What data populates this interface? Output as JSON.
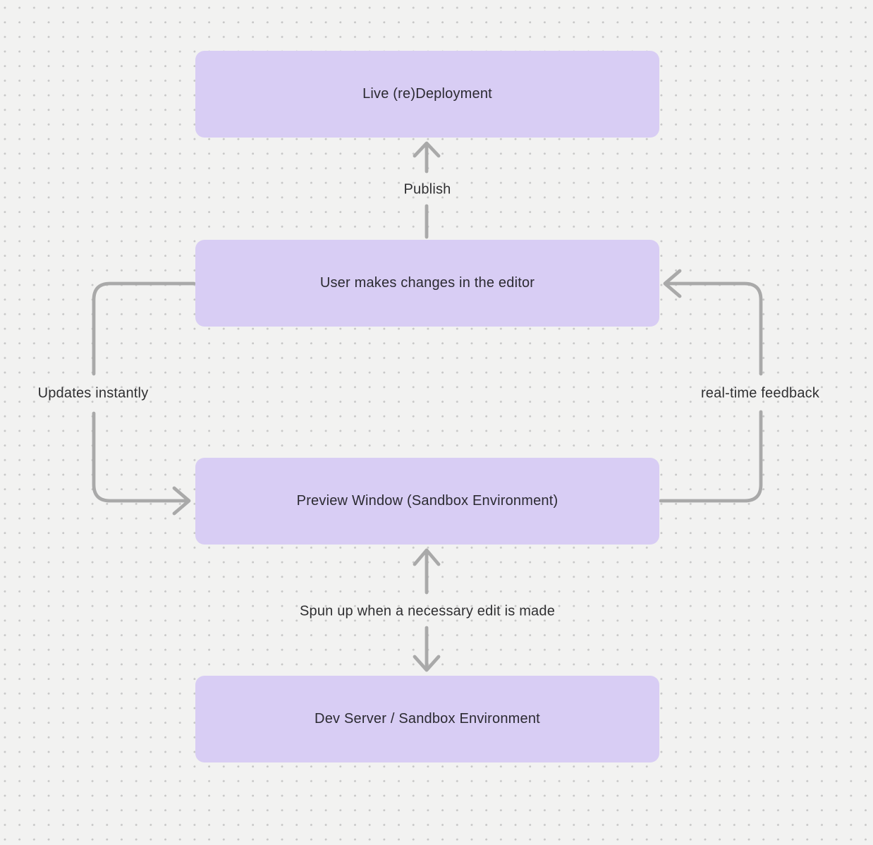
{
  "diagram": {
    "title": "Editor preview deployment flow",
    "colors": {
      "background": "#f2f2f1",
      "grid_dot": "#c7c7c7",
      "node_fill": "#d8cdf4",
      "node_text": "#2b2a31",
      "arrow": "#a9a9a9",
      "label_text": "#2f2f31"
    },
    "nodes": [
      {
        "id": "live-redeployment",
        "label": "Live (re)Deployment"
      },
      {
        "id": "user-editor",
        "label": "User makes changes in the editor"
      },
      {
        "id": "preview-window",
        "label": "Preview Window (Sandbox Environment)"
      },
      {
        "id": "dev-server",
        "label": "Dev Server / Sandbox Environment"
      }
    ],
    "edges": [
      {
        "id": "publish",
        "label": "Publish",
        "from": "user-editor",
        "to": "live-redeployment",
        "direction": "up"
      },
      {
        "id": "updates-instantly",
        "label": "Updates instantly",
        "from": "user-editor",
        "to": "preview-window",
        "direction": "left-loop-down"
      },
      {
        "id": "real-time-feedback",
        "label": "real-time feedback",
        "from": "preview-window",
        "to": "user-editor",
        "direction": "right-loop-up"
      },
      {
        "id": "spun-up",
        "label": "Spun up when a necessary edit is made",
        "from": "dev-server",
        "to": "preview-window",
        "direction": "bidirectional-vertical"
      }
    ]
  }
}
